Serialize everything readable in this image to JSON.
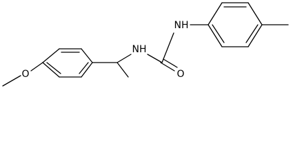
{
  "atoms": {
    "nh_left": "NH",
    "nh_right": "NH",
    "oxygen_carbonyl": "O",
    "oxygen_methoxy": "O"
  },
  "colors": {
    "ink": "#000000",
    "background": "#ffffff"
  }
}
